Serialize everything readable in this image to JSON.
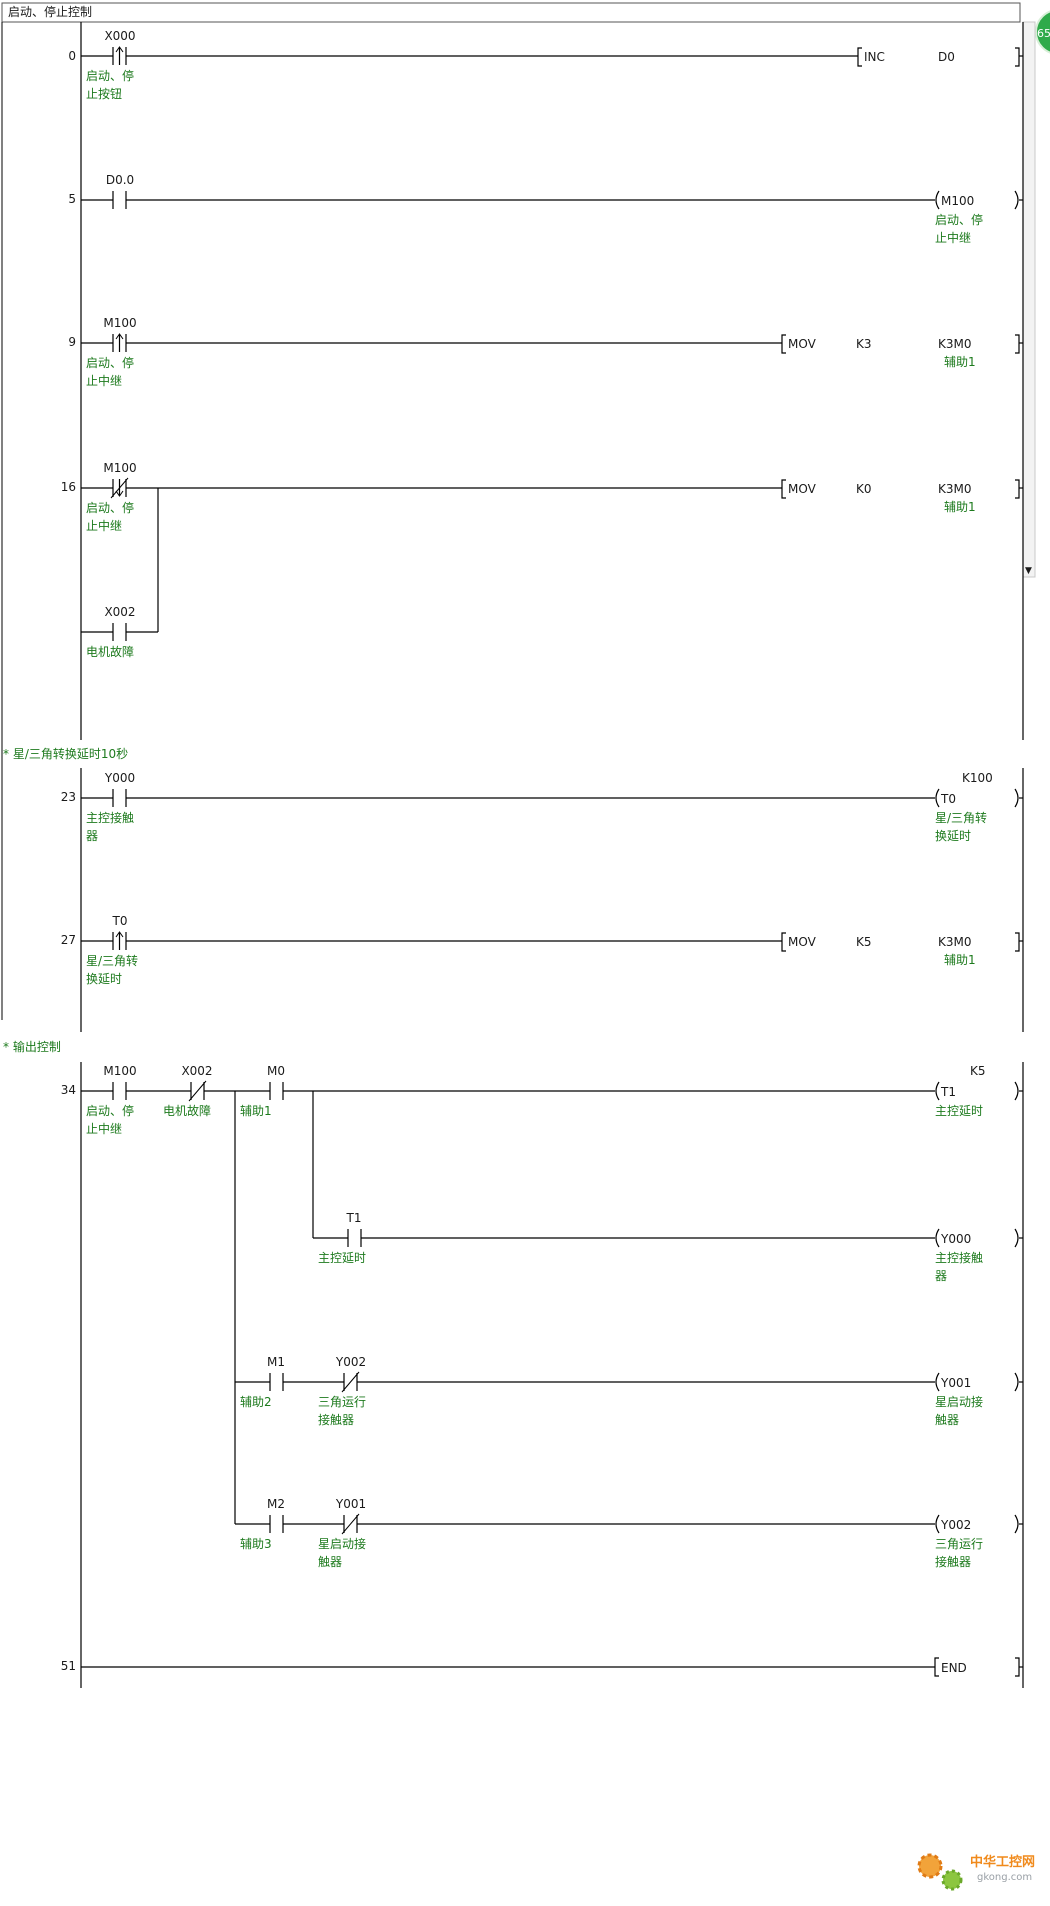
{
  "title_bar": "启动、停止控制",
  "sections": {
    "section2": "* 星/三角转换延时10秒",
    "section3": "* 输出控制"
  },
  "steps": [
    "0",
    "5",
    "9",
    "16",
    "23",
    "27",
    "34",
    "51"
  ],
  "devices": {
    "x000": {
      "label": "X000",
      "c1": "启动、停",
      "c2": "止按钮"
    },
    "d00": {
      "label": "D0.0"
    },
    "m100a": {
      "label": "M100",
      "c1": "启动、停",
      "c2": "止中继"
    },
    "m100b": {
      "label": "M100",
      "c1": "启动、停",
      "c2": "止中继"
    },
    "x002a": {
      "label": "X002",
      "c1": "电机故障"
    },
    "y000c": {
      "label": "Y000",
      "c1": "主控接触",
      "c2": "器"
    },
    "t0c": {
      "label": "T0",
      "c1": "星/三角转",
      "c2": "换延时"
    },
    "m100c": {
      "label": "M100",
      "c1": "启动、停",
      "c2": "止中继"
    },
    "x002b": {
      "label": "X002",
      "c1": "电机故障"
    },
    "m0": {
      "label": "M0",
      "c1": "辅助1"
    },
    "t1c": {
      "label": "T1",
      "c1": "主控延时"
    },
    "m1": {
      "label": "M1",
      "c1": "辅助2"
    },
    "y002c": {
      "label": "Y002",
      "c1": "三角运行",
      "c2": "接触器"
    },
    "m2": {
      "label": "M2",
      "c1": "辅助3"
    },
    "y001c": {
      "label": "Y001",
      "c1": "星启动接",
      "c2": "触器"
    }
  },
  "coil_m100": {
    "label": "M100",
    "c1": "启动、停",
    "c2": "止中继"
  },
  "coil_t0": {
    "label": "T0",
    "c1": "星/三角转",
    "c2": "换延时",
    "k": "K100"
  },
  "coil_t1": {
    "label": "T1",
    "c1": "主控延时",
    "k": "K5"
  },
  "coil_y000": {
    "label": "Y000",
    "c1": "主控接触",
    "c2": "器"
  },
  "coil_y001": {
    "label": "Y001",
    "c1": "星启动接",
    "c2": "触器"
  },
  "coil_y002": {
    "label": "Y002",
    "c1": "三角运行",
    "c2": "接触器"
  },
  "inst_inc": {
    "op": "INC",
    "a1": "D0"
  },
  "inst_mov1": {
    "op": "MOV",
    "a1": "K3",
    "a2": "K3M0",
    "c1": "辅助1"
  },
  "inst_mov2": {
    "op": "MOV",
    "a1": "K0",
    "a2": "K3M0",
    "c1": "辅助1"
  },
  "inst_mov3": {
    "op": "MOV",
    "a1": "K5",
    "a2": "K3M0",
    "c1": "辅助1"
  },
  "end_label": "END",
  "watermark": {
    "text": "中华工控网",
    "url": "gkong.com"
  },
  "colors": {
    "comment": "#1d7a1d",
    "line": "#000000",
    "background": "#ffffff"
  }
}
